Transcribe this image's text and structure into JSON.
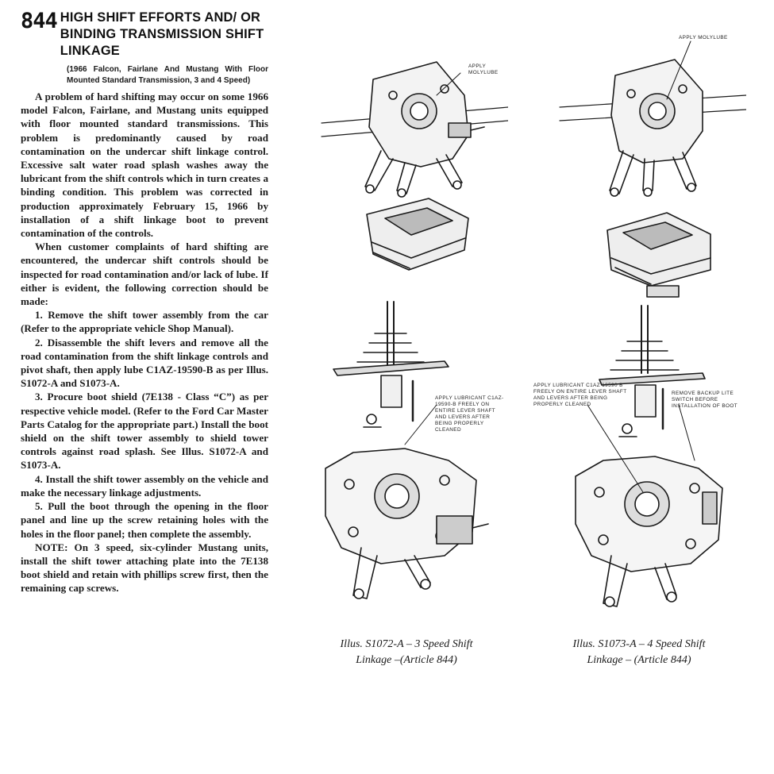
{
  "article": {
    "number": "844",
    "title": "HIGH SHIFT EFFORTS AND/ OR BINDING TRANSMISSION SHIFT LINKAGE",
    "subtitle": "(1966 Falcon, Fairlane And Mustang With Floor Mounted Standard Transmission, 3 and 4 Speed)",
    "paragraphs": [
      "A problem of hard shifting may occur on some 1966 model Falcon, Fairlane, and Mustang units equipped with floor mounted standard transmissions. This problem is predominantly caused by road contamination on the undercar shift linkage control. Excessive salt water road splash washes away the lubricant from the shift controls which in turn creates a binding condition. This problem was corrected in production approximately February 15, 1966 by installation of a shift linkage boot to prevent contamination of the controls.",
      "When customer complaints of hard shifting are encountered, the undercar shift controls should be inspected for road contamination and/or lack of lube. If either is evident, the following correction should be made:",
      "1. Remove the shift tower assembly from the car (Refer to the appropriate vehicle Shop Manual).",
      "2. Disassemble the shift levers and remove all the road contamination from the shift linkage controls and pivot shaft, then apply lube C1AZ-19590-B as per Illus. S1072-A and S1073-A.",
      "3. Procure boot shield (7E138 - Class “C”) as per respective vehicle model. (Refer to the Ford Car Master Parts Catalog for the appropriate part.) Install the boot shield on the shift tower assembly to shield tower controls against road splash. See Illus. S1072-A and S1073-A.",
      "4. Install the shift tower assembly on the vehicle and make the necessary linkage adjustments.",
      "5. Pull the boot through the opening in the floor panel and line up the screw retaining holes with the holes in the floor panel; then complete the assembly.",
      "NOTE: On 3 speed, six-cylinder Mustang units, install the shift tower attaching plate into the 7E138 boot shield and retain with phillips screw first, then the remaining cap screws."
    ]
  },
  "figures": {
    "left": {
      "note_top": "APPLY MOLYLUBE",
      "note_mid": "APPLY LUBRICANT C1AZ-19590-B FREELY ON ENTIRE LEVER SHAFT AND LEVERS AFTER BEING PROPERLY CLEANED",
      "caption_line1": "Illus. S1072-A – 3 Speed Shift",
      "caption_line2": "Linkage –(Article 844)"
    },
    "right": {
      "note_top": "APPLY MOLYLUBE",
      "note_mid": "APPLY LUBRICANT C1AZ 19590 B FREELY ON ENTIRE LEVER SHAFT AND LEVERS AFTER BEING PROPERLY CLEANED",
      "note_side": "REMOVE BACKUP LITE SWITCH BEFORE INSTALLATION OF BOOT",
      "caption_line1": "Illus. S1073-A – 4 Speed Shift",
      "caption_line2": "Linkage – (Article 844)"
    }
  }
}
